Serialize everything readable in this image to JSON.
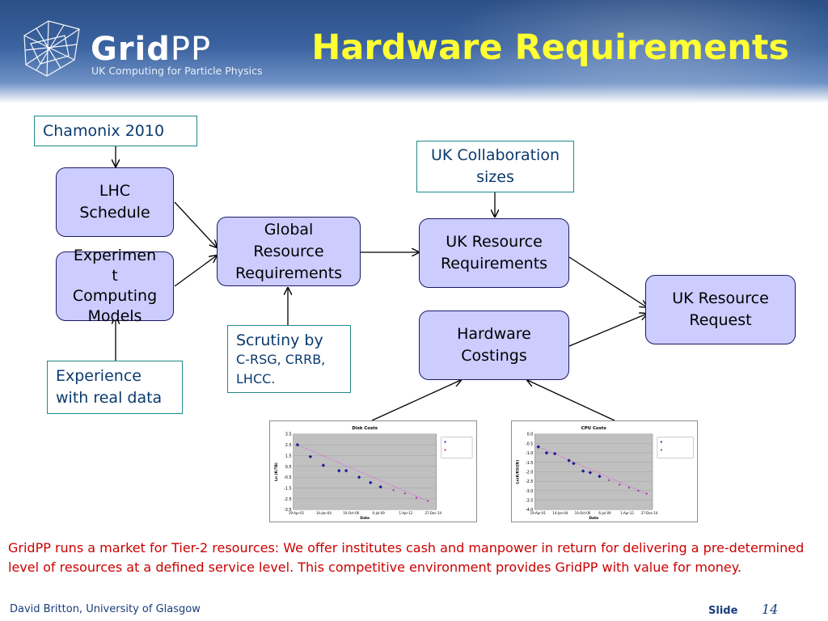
{
  "header": {
    "logo_word_bold": "Grid",
    "logo_word_light": "PP",
    "logo_subtitle": "UK Computing for Particle Physics",
    "title": "Hardware Requirements"
  },
  "diagram": {
    "chamonix": "Chamonix 2010",
    "lhc_schedule": "LHC\nSchedule",
    "experiment_models": "Experimen\nt\nComputing\nModels",
    "experience": "Experience\nwith real data",
    "global_req": "Global\nResource\nRequirements",
    "scrutiny_l1": "Scrutiny by",
    "scrutiny_l2": "C-RSG, CRRB,\nLHCC.",
    "uk_collab": "UK Collaboration\nsizes",
    "uk_resource_req": "UK Resource\nRequirements",
    "hardware_costings": "Hardware\nCostings",
    "uk_resource_request": "UK Resource\nRequest"
  },
  "chart_data": [
    {
      "type": "scatter",
      "title": "Disk Costs",
      "xlabel": "Date",
      "ylabel": "Ln (K/TB)",
      "ylim": [
        -3.5,
        3.5
      ],
      "yticks": [
        "3.5",
        "2.5",
        "1.5",
        "0.5",
        "-0.5",
        "-1.5",
        "-2.5",
        "-3.5"
      ],
      "xticks": [
        "19-Apr-01",
        "14-Jan-04",
        "10-Oct-06",
        "6-Jul-09",
        "1-Apr-12",
        "27-Dec-14"
      ],
      "series": [
        {
          "values": [
            [
              0.03,
              2.5
            ],
            [
              0.12,
              1.4
            ],
            [
              0.21,
              0.6
            ],
            [
              0.32,
              0.1
            ],
            [
              0.37,
              0.1
            ],
            [
              0.46,
              -0.5
            ],
            [
              0.54,
              -1.0
            ],
            [
              0.61,
              -1.4
            ]
          ],
          "color": "#1b1b99"
        },
        {
          "values": [
            [
              0.7,
              -1.7
            ],
            [
              0.78,
              -2.0
            ],
            [
              0.86,
              -2.4
            ],
            [
              0.94,
              -2.7
            ]
          ],
          "color": "#aa22aa"
        }
      ]
    },
    {
      "type": "scatter",
      "title": "CPU Costs",
      "xlabel": "Date",
      "ylabel": "Ln(K/KSI2K)",
      "ylim": [
        -4.5,
        0.5
      ],
      "yticks": [
        "0.0",
        "-0.5",
        "-1.0",
        "-1.5",
        "-2.0",
        "-2.5",
        "-3.0",
        "-3.5",
        "-4.0"
      ],
      "xticks": [
        "19-Apr-01",
        "14-Jan-04",
        "10-Oct-06",
        "6-Jul-09",
        "1-Apr-12",
        "27-Dec-14"
      ],
      "series": [
        {
          "values": [
            [
              0.03,
              -0.35
            ],
            [
              0.1,
              -0.75
            ],
            [
              0.17,
              -0.8
            ],
            [
              0.29,
              -1.25
            ],
            [
              0.33,
              -1.45
            ],
            [
              0.41,
              -1.95
            ],
            [
              0.47,
              -2.05
            ],
            [
              0.55,
              -2.3
            ]
          ],
          "color": "#1b1b99"
        },
        {
          "values": [
            [
              0.63,
              -2.55
            ],
            [
              0.72,
              -2.85
            ],
            [
              0.8,
              -3.05
            ],
            [
              0.88,
              -3.25
            ],
            [
              0.95,
              -3.45
            ]
          ],
          "color": "#aa22aa"
        }
      ]
    }
  ],
  "footer": {
    "text": "GridPP runs a market for Tier-2 resources: We offer institutes cash and manpower in return for delivering a pre-determined level of resources at a defined service level. This competitive environment provides GridPP with value for money.",
    "author": "David Britton, University of Glasgow",
    "slide_label": "Slide",
    "slide_number": "14"
  }
}
